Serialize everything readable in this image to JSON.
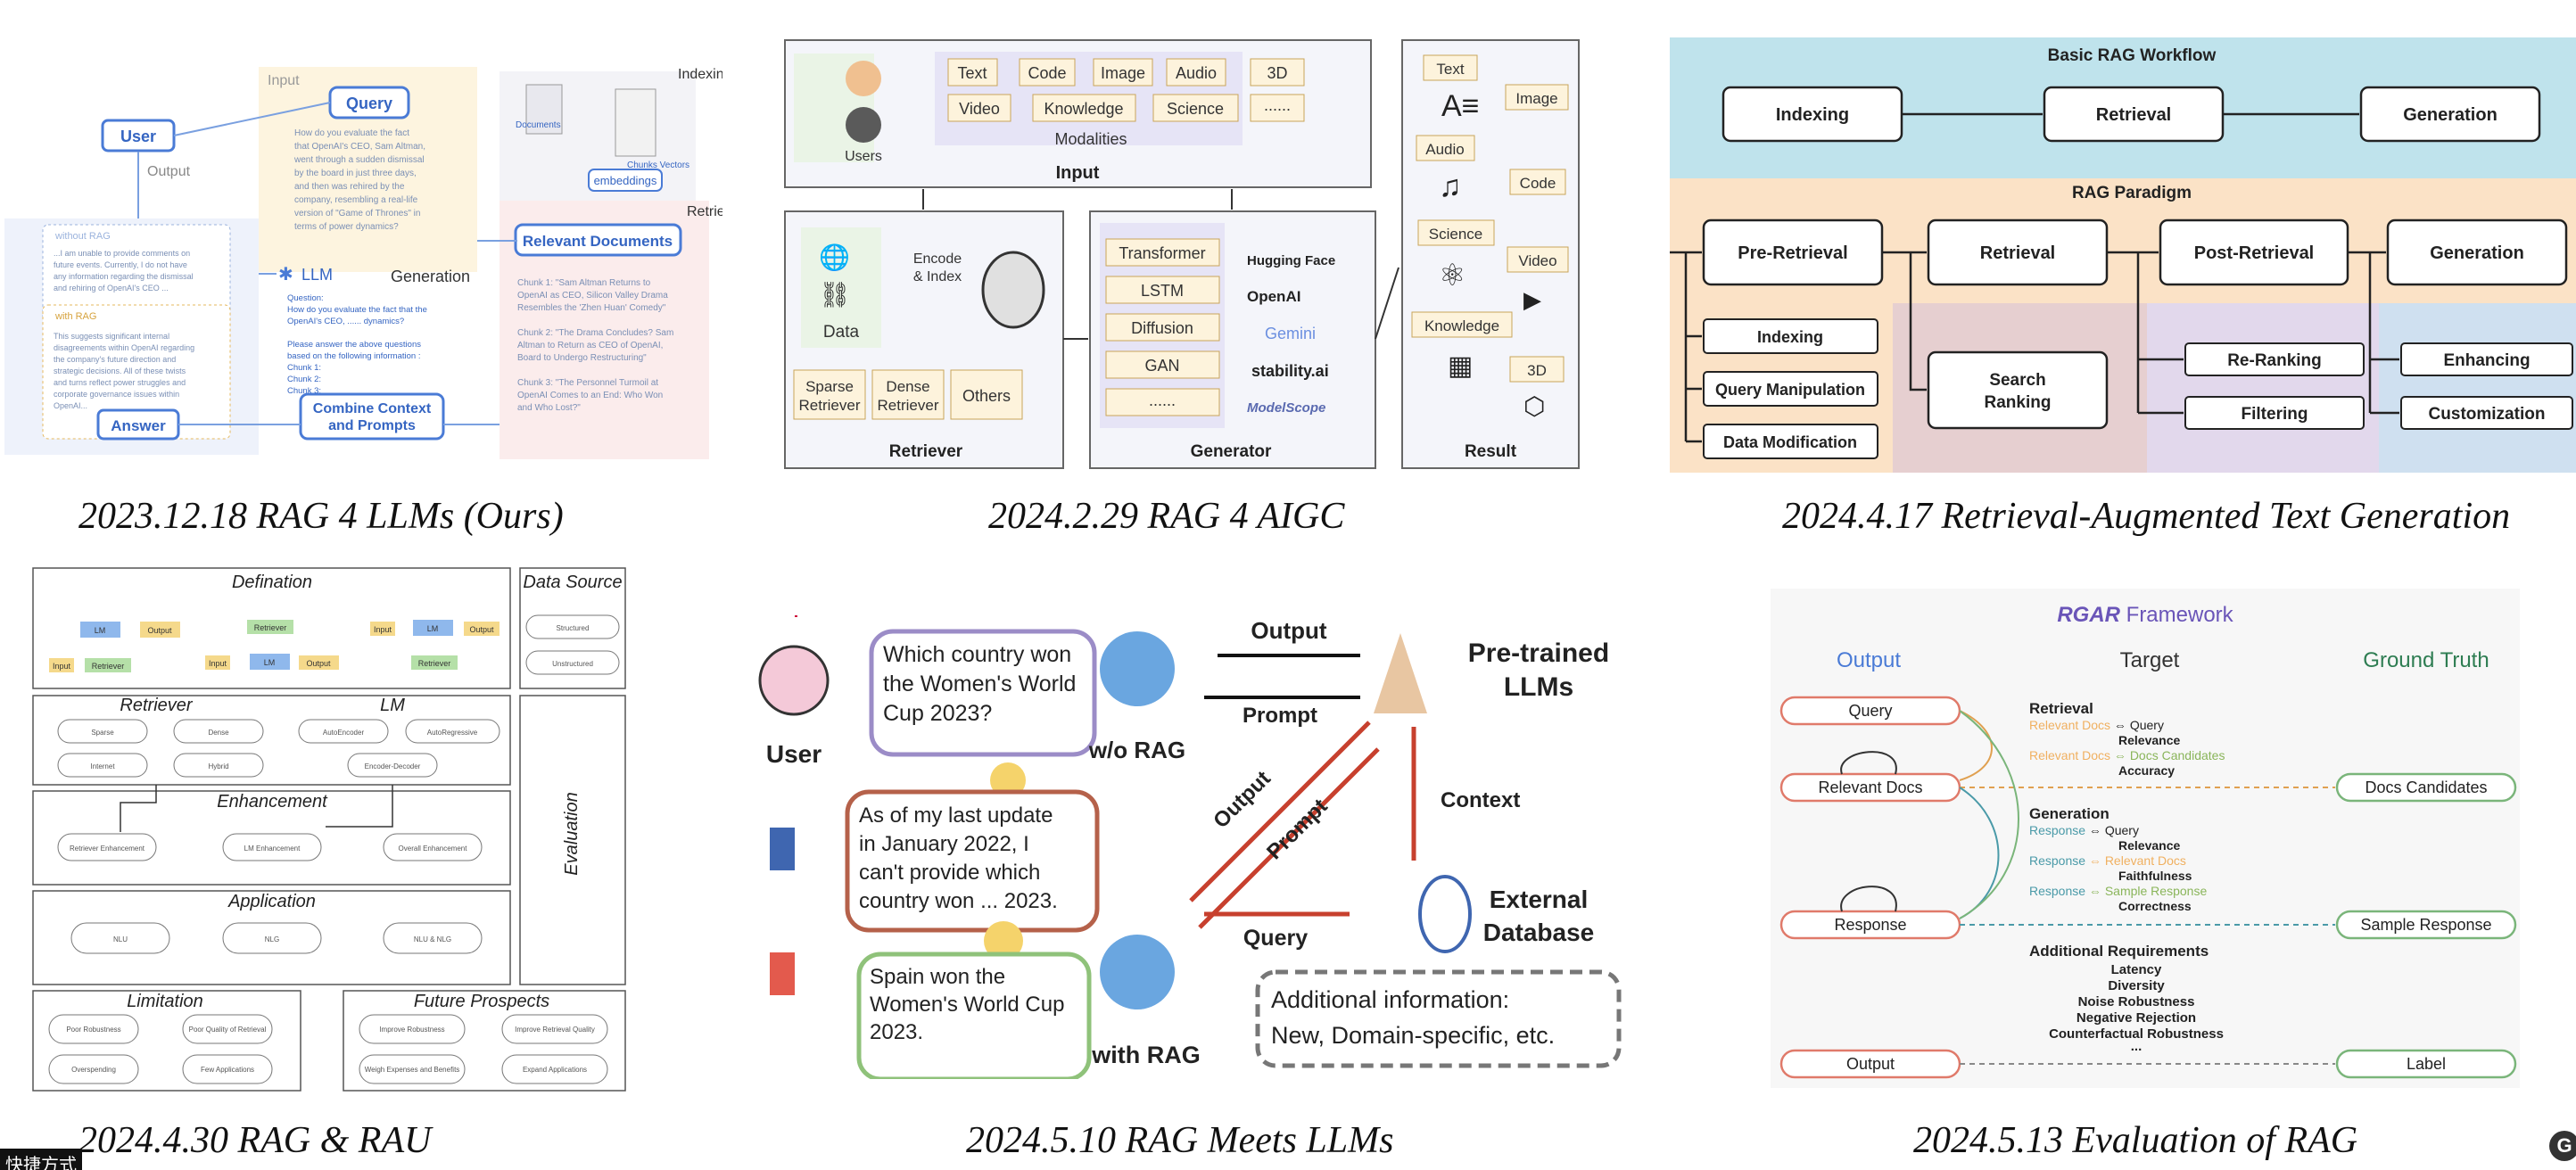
{
  "captions": [
    "2023.12.18  RAG 4 LLMs (Ours)",
    "2024.2.29  RAG 4 AIGC",
    "2024.4.17   Retrieval-Augmented Text Generation",
    "2024.4.30  RAG & RAU",
    "2024.5.10   RAG Meets LLMs",
    "2024.5.13  Evaluation of  RAG"
  ],
  "corner_text": "快捷方式",
  "corner_icon_letter": "G",
  "p1": {
    "input": "Input",
    "query": "Query",
    "user": "User",
    "output": "Output",
    "indexing": "Indexing",
    "documents": "Documents",
    "chunks_vectors": "Chunks Vectors",
    "embeddings": "embeddings",
    "retrieval": "Retrieval",
    "relevant_docs": "Relevant Documents",
    "llm": "LLM",
    "generation": "Generation",
    "without_rag": "without RAG",
    "with_rag": "with RAG",
    "combine": "Combine Context",
    "and_prompts": "and Prompts",
    "answer": "Answer",
    "query_text": [
      "How do you evaluate the fact",
      "that OpenAI's CEO, Sam Altman,",
      "went through a sudden dismissal",
      "by the board in just three days,",
      "and then was rehired by the",
      "company, resembling a real-life",
      "version of \"Game of Thrones\" in",
      "terms of power dynamics?"
    ],
    "without_text": [
      "...I am unable to provide comments on",
      "future events. Currently, I do not have",
      "any information regarding the dismissal",
      "and rehiring of OpenAI's CEO ..."
    ],
    "with_text": [
      "This suggests significant internal",
      "disagreements within OpenAI regarding",
      "the company's future direction and",
      "strategic decisions. All of these twists",
      "and turns reflect power struggles and",
      "corporate governance issues within",
      "OpenAI..."
    ],
    "question_text": [
      "Question:",
      "How do you evaluate the fact that the",
      "OpenAI's CEO, ...... dynamics?",
      "",
      "Please answer the above questions",
      "based on the following information :",
      "Chunk 1:",
      "Chunk 2:",
      "Chunk 3:"
    ],
    "chunks_text": [
      "Chunk 1: \"Sam Altman Returns to",
      "OpenAI as CEO, Silicon Valley Drama",
      "Resembles the 'Zhen Huan' Comedy\"",
      "",
      "Chunk 2: \"The Drama Concludes? Sam",
      "Altman to Return as CEO of OpenAI,",
      "Board to Undergo Restructuring\"",
      "",
      "Chunk 3: \"The Personnel Turmoil at",
      "OpenAI Comes to an End: Who Won",
      "and Who Lost?\""
    ]
  },
  "p2": {
    "users": "Users",
    "modalities_label": "Modalities",
    "input": "Input",
    "modalities": [
      "Text",
      "Code",
      "Image",
      "Audio",
      "3D",
      "Video",
      "Knowledge",
      "Science",
      "......"
    ],
    "data": "Data",
    "encode": "Encode",
    "index": "& Index",
    "sparse": [
      "Sparse",
      "Retriever"
    ],
    "dense": [
      "Dense",
      "Retriever"
    ],
    "others": "Others",
    "retriever": "Retriever",
    "generators": [
      "Transformer",
      "LSTM",
      "Diffusion",
      "GAN",
      "......"
    ],
    "brands": [
      "Hugging Face",
      "OpenAI",
      "Gemini",
      "stability.ai",
      "ModelScope"
    ],
    "generator": "Generator",
    "results": [
      "Text",
      "Image",
      "Audio",
      "Code",
      "Science",
      "Video",
      "Knowledge",
      "3D"
    ],
    "result": "Result"
  },
  "p3": {
    "basic_title": "Basic RAG Workflow",
    "basic": [
      "Indexing",
      "Retrieval",
      "Generation"
    ],
    "paradigm_title": "RAG Paradigm",
    "stages": [
      "Pre-Retrieval",
      "Retrieval",
      "Post-Retrieval",
      "Generation"
    ],
    "pre": [
      "Indexing",
      "Query Manipulation",
      "Data Modification"
    ],
    "search": [
      "Search",
      "Ranking"
    ],
    "post": [
      "Re-Ranking",
      "Filtering"
    ],
    "gen": [
      "Enhancing",
      "Customization"
    ]
  },
  "p4": {
    "definition": "Defination",
    "data_source": "Data Source",
    "ds_items": [
      "Structured",
      "Unstructured"
    ],
    "def_a": [
      "LM",
      "Output",
      "Input",
      "Retriever"
    ],
    "def_b": [
      "Retriever",
      "Input",
      "LM",
      "Output"
    ],
    "def_c": [
      "Input",
      "LM",
      "Output",
      "Retriever"
    ],
    "retriever": "Retriever",
    "lm": "LM",
    "ret_items": [
      "Sparse",
      "Dense",
      "Internet",
      "Hybrid"
    ],
    "lm_items": [
      "AutoEncoder",
      "AutoRegressive",
      "Encoder-Decoder"
    ],
    "enhancement": "Enhancement",
    "enh_items": [
      "Retriever Enhancement",
      "LM Enhancement",
      "Overall Enhancement"
    ],
    "evaluation": "Evaluation",
    "application": "Application",
    "app_items": [
      "NLU",
      "NLG",
      "NLU & NLG"
    ],
    "limitation": "Limitation",
    "lim_items": [
      "Poor Robustness",
      "Poor Quality of Retrieval",
      "Overspending",
      "Few Applications"
    ],
    "future": "Future Prospects",
    "fut_items": [
      "Improve Robustness",
      "Improve Retrieval Quality",
      "Weigh Expenses and Benefits",
      "Expand Applications"
    ]
  },
  "p5": {
    "q_bubble": [
      "Which country won",
      "the Women's World",
      "Cup 2023?"
    ],
    "user": "User",
    "wo_rag": "w/o RAG",
    "output": "Output",
    "prompt": "Prompt",
    "pretrained": [
      "Pre-trained",
      "LLMs"
    ],
    "bad_bubble": [
      "As of my last update",
      "in January 2022, I",
      "can't provide which",
      "country won ... 2023."
    ],
    "output2": "Output",
    "prompt2": "Prompt",
    "context": "Context",
    "good_bubble": [
      "Spain won the",
      "Women's World Cup",
      "2023."
    ],
    "query": "Query",
    "with_rag": "with RAG",
    "external": [
      "External",
      "Database"
    ],
    "addl": [
      "Additional information:",
      "New, Domain-specific, etc."
    ]
  },
  "p6": {
    "title_strong": "RGAR",
    "title_rest": " Framework",
    "col_output": "Output",
    "col_target": "Target",
    "col_truth": "Ground Truth",
    "outputs": [
      "Query",
      "Relevant Docs",
      "Response",
      "Output"
    ],
    "truths": [
      "Docs Candidates",
      "Sample Response",
      "Label"
    ],
    "retrieval_head": "Retrieval",
    "ret_lines": [
      [
        "Relevant Docs",
        " ⇔ Query"
      ],
      [
        "",
        "Relevance"
      ],
      [
        "Relevant Docs",
        " ⇔ Docs Candidates"
      ],
      [
        "",
        "Accuracy"
      ]
    ],
    "generation_head": "Generation",
    "gen_lines": [
      [
        "Response",
        " ⇔ Query"
      ],
      [
        "",
        "Relevance"
      ],
      [
        "Response",
        " ⇔ Relevant Docs"
      ],
      [
        "",
        "Faithfulness"
      ],
      [
        "Response",
        " ⇔ Sample Response"
      ],
      [
        "",
        "Correctness"
      ]
    ],
    "addl_head": "Additional Requirements",
    "addl_items": [
      "Latency",
      "Diversity",
      "Noise Robustness",
      "Negative Rejection",
      "Counterfactual Robustness",
      "..."
    ]
  }
}
